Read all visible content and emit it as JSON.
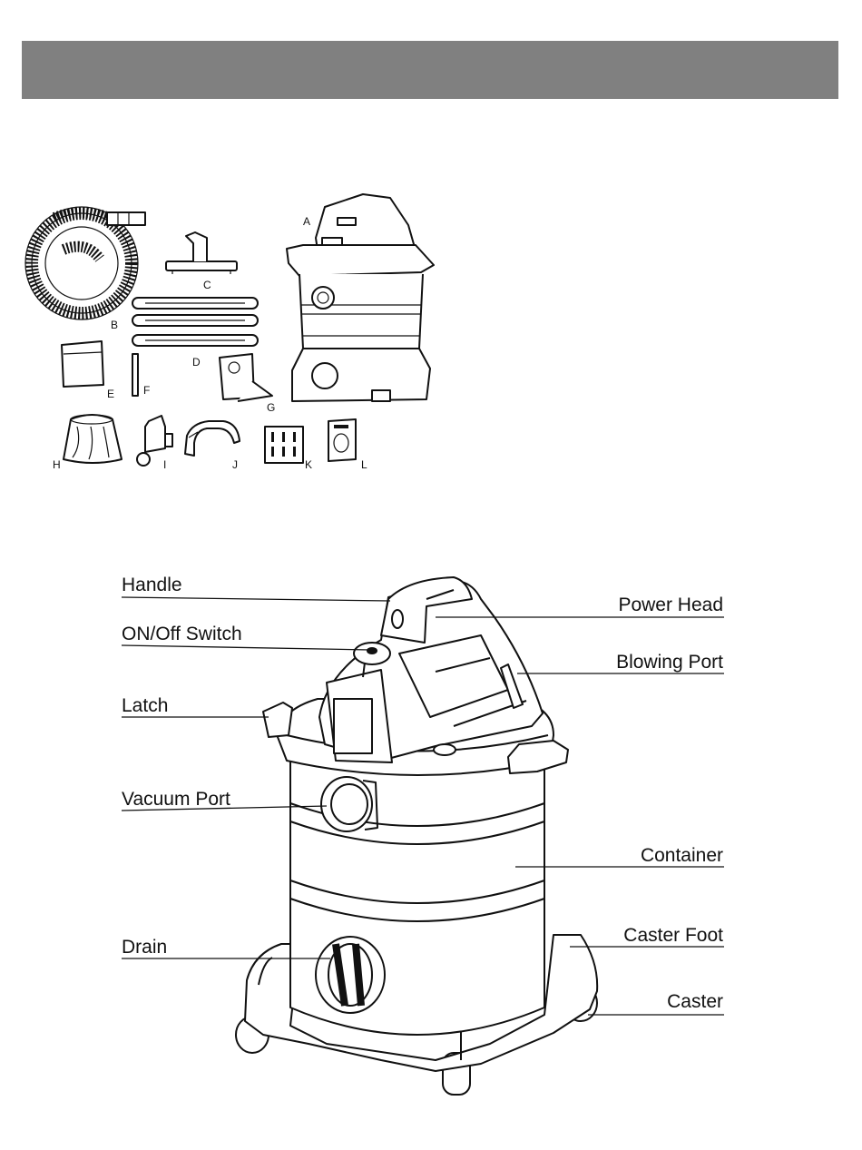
{
  "header": {
    "title": ""
  },
  "parts": {
    "A": "A",
    "B": "B",
    "C": "C",
    "D": "D",
    "E": "E",
    "F": "F",
    "G": "G",
    "H": "H",
    "I": "I",
    "J": "J",
    "K": "K",
    "L": "L"
  },
  "callouts": {
    "handle": "Handle",
    "power_head": "Power Head",
    "on_off_switch": "ON/Off Switch",
    "blowing_port": "Blowing Port",
    "latch": "Latch",
    "vacuum_port": "Vacuum Port",
    "container": "Container",
    "drain": "Drain",
    "caster_foot": "Caster Foot",
    "caster": "Caster"
  },
  "icons": [
    "hose-icon",
    "floor-nozzle-icon",
    "extension-wand-icon",
    "vacuum-icon",
    "filter-bag-icon",
    "crevice-tool-icon",
    "dust-bag-icon",
    "foam-sleeve-icon",
    "caster-foot-icon",
    "handle-icon",
    "screws-icon",
    "manual-icon"
  ]
}
